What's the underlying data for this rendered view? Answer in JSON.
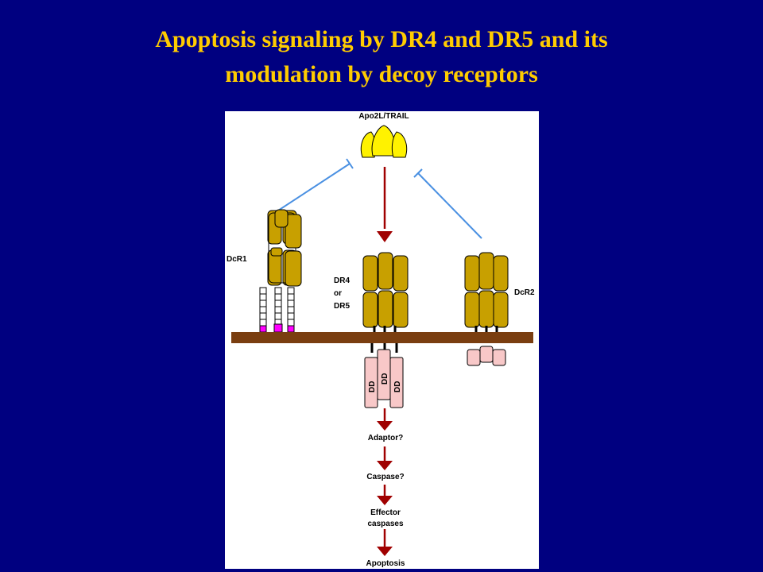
{
  "slide": {
    "title_line1": "Apoptosis signaling by DR4 and DR5 and its",
    "title_line2": "modulation by decoy receptors"
  },
  "colors": {
    "background": "#000080",
    "title": "#FFCC00",
    "receptor": "#C8A000",
    "ligand": "#FFF200",
    "membrane": "#7A3E10",
    "activation_arrow": "#A00000",
    "inhibition_line": "#4A90E2",
    "death_domain": "#F8C8C8",
    "gpi_anchor": "#FF00FF"
  },
  "diagram": {
    "ligand_label": "Apo2L/TRAIL",
    "dcr1_label": "DcR1",
    "dr_label_line1": "DR4",
    "dr_label_line2": "or",
    "dr_label_line3": "DR5",
    "dcr2_label": "DcR2",
    "dd_label": "DD",
    "cascade": {
      "step1": "Adaptor?",
      "step2": "Caspase?",
      "step3_line1": "Effector",
      "step3_line2": "caspases",
      "step4": "Apoptosis"
    }
  }
}
